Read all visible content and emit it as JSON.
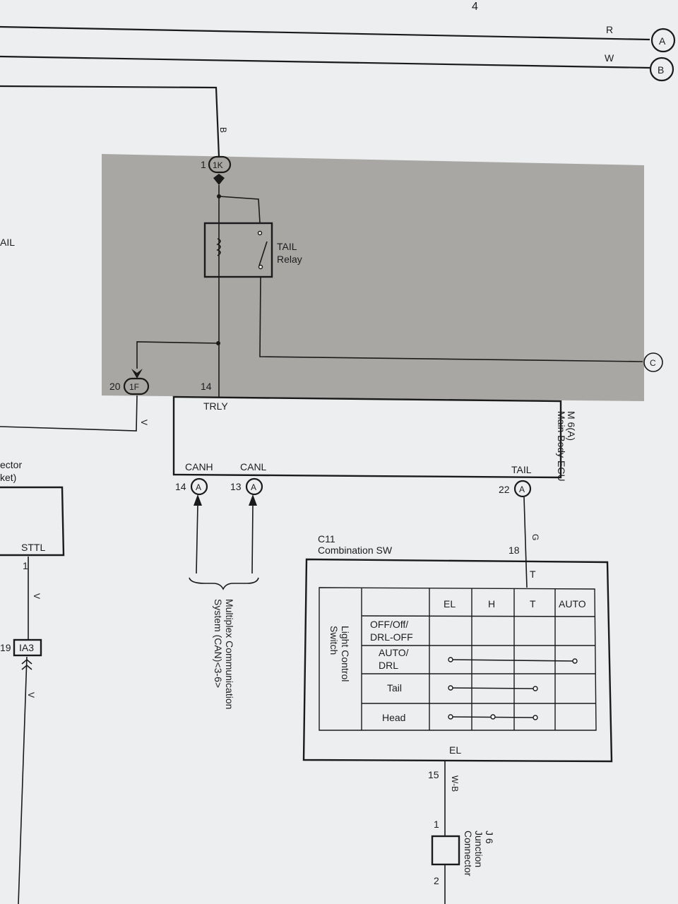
{
  "page_number": "4",
  "off_page_connectors": [
    {
      "id": "A",
      "wire_color": "R"
    },
    {
      "id": "B",
      "wire_color": "W"
    },
    {
      "id": "C"
    }
  ],
  "left_cutoff": {
    "tail_label": "AIL",
    "connector_label_1": "ector",
    "connector_label_2": "ket)",
    "sttl_terminal": "STTL",
    "sttl_pin": "1",
    "wire_upper": "V",
    "ia3_pin": "19",
    "ia3_connector": "IA3",
    "wire_lower": "V"
  },
  "relay_block": {
    "wire_top": "B",
    "connector_1k_pin": "1",
    "connector_1k": "1K",
    "relay_label_line1": "TAIL",
    "relay_label_line2": "Relay",
    "connector_1f_pin": "20",
    "connector_1f": "1F",
    "trly_pin": "14",
    "wire_1f": "V"
  },
  "main_body_ecu": {
    "code": "M 6(A)",
    "name": "Main Body ECU",
    "trly": "TRLY",
    "canh": "CANH",
    "canl": "CANL",
    "tail": "TAIL",
    "canh_pin": "14",
    "canl_pin": "13",
    "tail_pin": "22",
    "connector_letter": "A"
  },
  "multiplex": {
    "line1": "Multiplex Communication",
    "line2": "System (CAN)<3-6>"
  },
  "combination_switch": {
    "code": "C11",
    "name": "Combination SW",
    "wire_in": "G",
    "pin_in": "18",
    "terminal_top": "T",
    "switch_label_line1": "Light Control",
    "switch_label_line2": "Switch",
    "columns": [
      "EL",
      "H",
      "T",
      "AUTO"
    ],
    "rows": [
      {
        "label": "OFF/Off/\nDRL-OFF",
        "lines": [
          "OFF/Off/",
          "DRL-OFF"
        ]
      },
      {
        "label": "AUTO/\nDRL",
        "lines": [
          "AUTO/",
          "DRL"
        ]
      },
      {
        "label": "Tail",
        "lines": [
          "Tail"
        ]
      },
      {
        "label": "Head",
        "lines": [
          "Head"
        ]
      }
    ],
    "terminal_bottom": "EL",
    "pin_out": "15",
    "wire_out": "W-B"
  },
  "junction": {
    "code": "J 6",
    "name_line1": "Junction",
    "name_line2": "Connector",
    "pin_top": "1",
    "pin_bottom": "2"
  },
  "colors": {
    "relay_block_fill": "#a9a7a4",
    "line": "#1a1a1a",
    "paper": "#eceef0"
  }
}
